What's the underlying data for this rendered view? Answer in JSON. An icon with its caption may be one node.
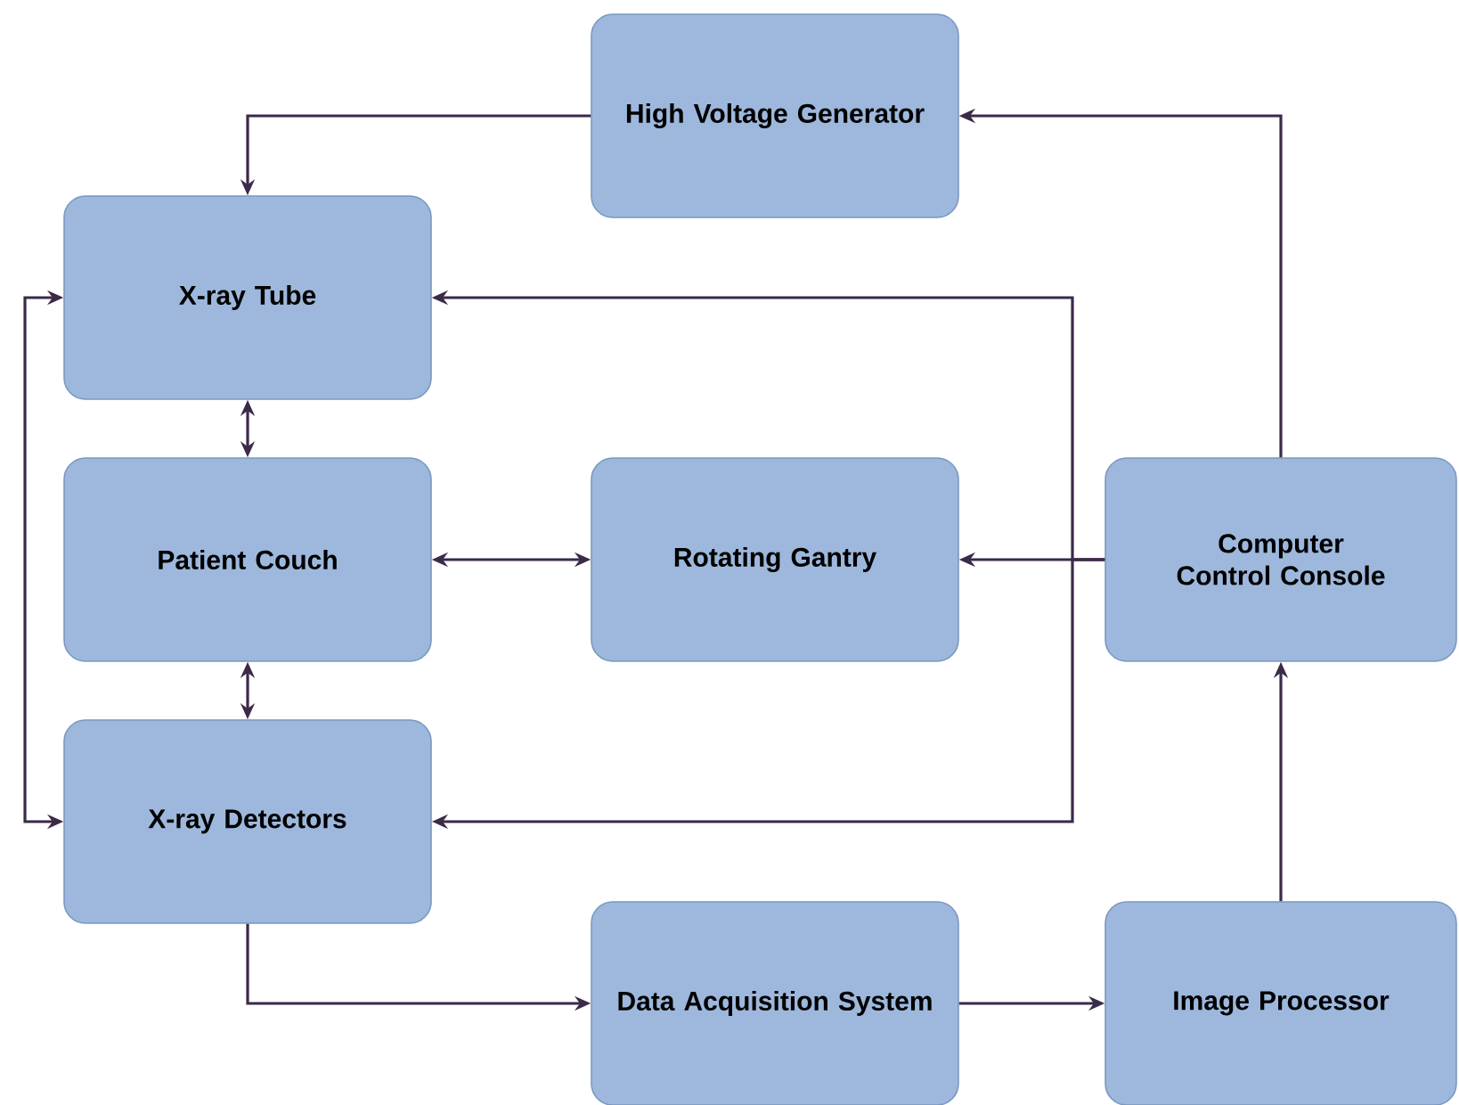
{
  "diagram": {
    "nodes": [
      {
        "text": [
          "High Voltage Generator"
        ]
      },
      {
        "text": [
          "X-ray Tube"
        ]
      },
      {
        "text": [
          "Patient Couch"
        ]
      },
      {
        "text": [
          "Rotating Gantry"
        ]
      },
      {
        "text": [
          "Computer Control Console"
        ]
      },
      {
        "text": [
          "X-ray Detectors"
        ]
      },
      {
        "text": [
          "Data Acquisition System"
        ]
      },
      {
        "text": [
          "Image Processor"
        ]
      }
    ],
    "edges": [
      {
        "from": 0,
        "to": 1,
        "arrow": "to"
      },
      {
        "from": 4,
        "to": 0,
        "arrow": "to"
      },
      {
        "from": 1,
        "to": 2,
        "arrow": "both"
      },
      {
        "from": 2,
        "to": 5,
        "arrow": "both"
      },
      {
        "from": 2,
        "to": 3,
        "arrow": "both"
      },
      {
        "from": 4,
        "to": 3,
        "arrow": "to"
      },
      {
        "from": 4,
        "to": 1,
        "arrow": "to"
      },
      {
        "from": 4,
        "to": 5,
        "arrow": "to"
      },
      {
        "from": 1,
        "to": 5,
        "arrow": "both"
      },
      {
        "from": 5,
        "to": 6,
        "arrow": "to"
      },
      {
        "from": 6,
        "to": 7,
        "arrow": "to"
      },
      {
        "from": 7,
        "to": 4,
        "arrow": "to"
      }
    ]
  }
}
